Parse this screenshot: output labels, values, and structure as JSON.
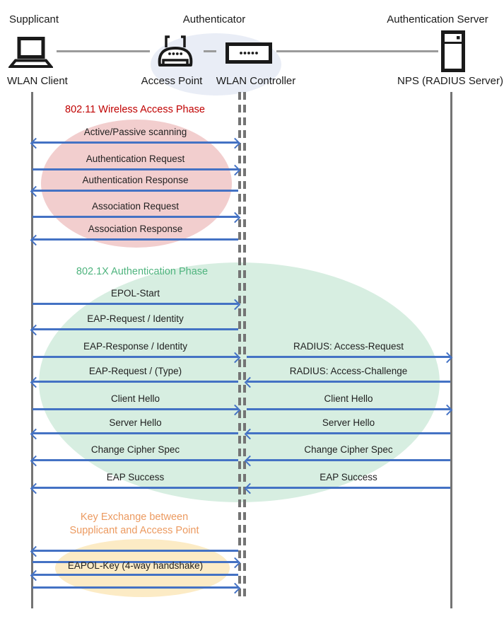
{
  "header": {
    "roles": {
      "supplicant": "Supplicant",
      "authenticator": "Authenticator",
      "auth_server": "Authentication Server"
    },
    "devices": {
      "wlan_client": {
        "label": "WLAN Client",
        "icon": "laptop-icon"
      },
      "access_point": {
        "label": "Access Point",
        "icon": "access-point-icon"
      },
      "wlan_controller": {
        "label": "WLAN Controller",
        "icon": "wlan-controller-icon"
      },
      "nps": {
        "label": "NPS (RADIUS Server)",
        "icon": "server-icon"
      }
    }
  },
  "phases": {
    "phase1": {
      "title": "802.11 Wireless Access Phase",
      "title_color": "#C00000",
      "ellipse_color": "#F2CECE",
      "messages": [
        {
          "label": "Active/Passive scanning",
          "from": "WLAN Client",
          "to": "WLAN Controller",
          "direction": "both"
        },
        {
          "label": "Authentication Request",
          "from": "WLAN Client",
          "to": "WLAN Controller",
          "direction": "right"
        },
        {
          "label": "Authentication Response",
          "from": "WLAN Controller",
          "to": "WLAN Client",
          "direction": "left"
        },
        {
          "label": "Association Request",
          "from": "WLAN Client",
          "to": "WLAN Controller",
          "direction": "right"
        },
        {
          "label": "Association Response",
          "from": "WLAN Controller",
          "to": "WLAN Client",
          "direction": "left"
        }
      ]
    },
    "phase2": {
      "title": "802.1X Authentication Phase",
      "title_color": "#4FB47E",
      "ellipse_color": "#D7EEE1",
      "client_side_messages": [
        {
          "label": "EPOL-Start",
          "direction": "right"
        },
        {
          "label": "EAP-Request / Identity",
          "direction": "left"
        },
        {
          "label": "EAP-Response / Identity",
          "direction": "right"
        },
        {
          "label": "EAP-Request / (Type)",
          "direction": "left"
        },
        {
          "label": "Client Hello",
          "direction": "right"
        },
        {
          "label": "Server Hello",
          "direction": "left"
        },
        {
          "label": "Change Cipher Spec",
          "direction": "left"
        },
        {
          "label": "EAP Success",
          "direction": "left"
        }
      ],
      "server_side_messages": [
        {
          "label": "RADIUS: Access-Request",
          "direction": "right"
        },
        {
          "label": "RADIUS: Access-Challenge",
          "direction": "left"
        },
        {
          "label": "Client Hello",
          "direction": "right"
        },
        {
          "label": "Server Hello",
          "direction": "left"
        },
        {
          "label": "Change Cipher Spec",
          "direction": "left"
        },
        {
          "label": "EAP Success",
          "direction": "left"
        }
      ]
    },
    "phase3": {
      "title_line1": "Key Exchange between",
      "title_line2": "Supplicant and Access Point",
      "title_color": "#EC9A60",
      "ellipse_color": "#FCEBC5",
      "label": "EAPOL-Key (4-way handshake)",
      "arrow_directions": [
        "left",
        "right",
        "left",
        "right"
      ]
    }
  },
  "colors": {
    "arrow": "#4472C4",
    "lifeline": "#747474",
    "connector": "#9B9B9B",
    "header_ellipse": "#E9EDF6",
    "message_text": "#1F1F1F"
  }
}
